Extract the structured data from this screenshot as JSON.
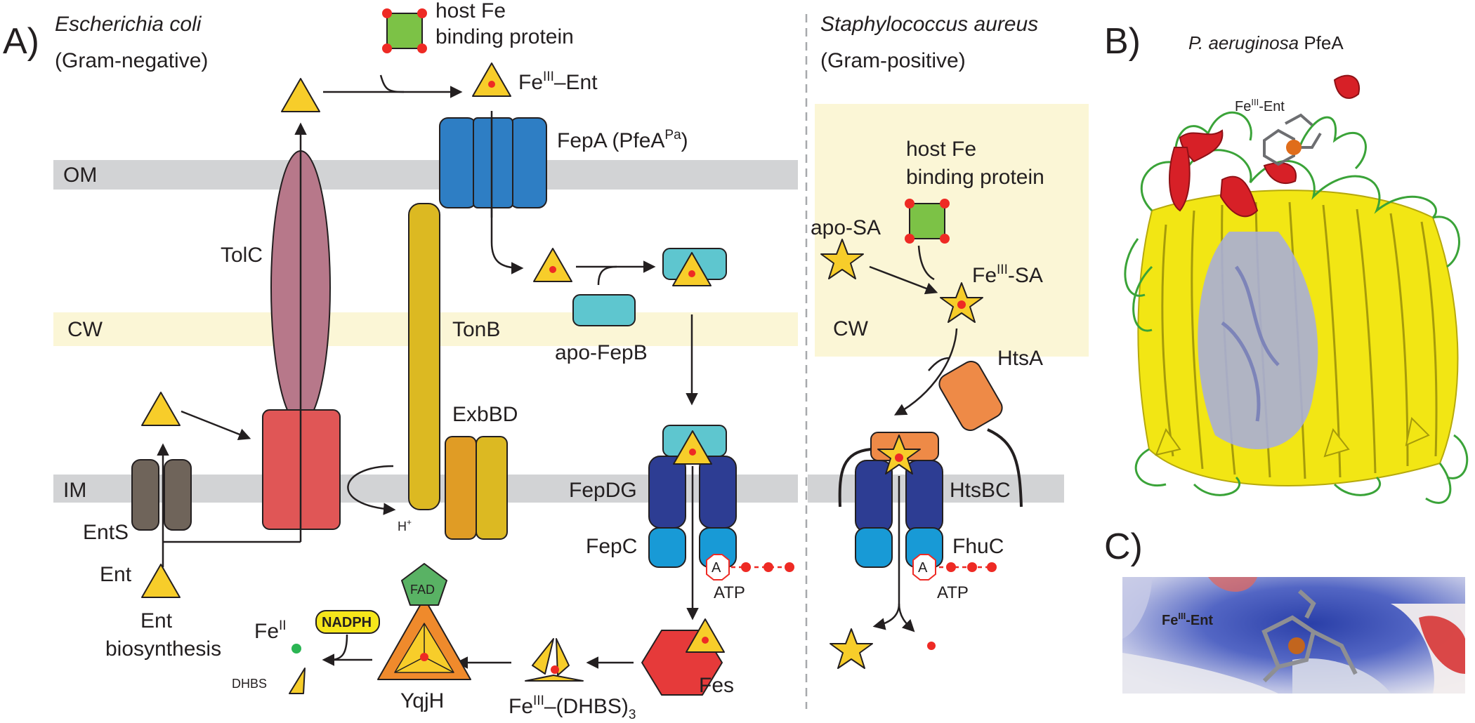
{
  "panels": {
    "a_label": "A)",
    "b_label": "B)",
    "c_label": "C)"
  },
  "ecoli": {
    "organism": "Escherichia coli",
    "gram": "(Gram-negative)",
    "host_fe_line1": "host Fe",
    "host_fe_line2": "binding protein",
    "fe_ent_pre": "Fe",
    "fe_ent_sup": "III",
    "fe_ent_post": "–Ent",
    "fepa": "FepA (PfeA",
    "fepa_sup": "Pa",
    "fepa_close": ")",
    "om": "OM",
    "cw": "CW",
    "im": "IM",
    "tolc": "TolC",
    "tonb": "TonB",
    "exbbd": "ExbBD",
    "apo_fepb": "apo-FepB",
    "fepdg": "FepDG",
    "fepc": "FepC",
    "atp_a": "A",
    "atp": "ATP",
    "ents": "EntS",
    "ent": "Ent",
    "ent_bio_1": "Ent",
    "ent_bio_2": "biosynthesis",
    "h_plus": "H",
    "h_plus_sup": "+",
    "fes": "Fes",
    "fad": "FAD",
    "nadph": "NADPH",
    "yqjh": "YqjH",
    "fe2_pre": "Fe",
    "fe2_sup": "II",
    "dhbs": "DHBS",
    "fe_dhbs_pre": "Fe",
    "fe_dhbs_sup": "III",
    "fe_dhbs_post": "–(DHBS)",
    "fe_dhbs_sub": "3"
  },
  "saureus": {
    "organism": "Staphylococcus aureus",
    "gram": "(Gram-positive)",
    "host_fe_line1": "host Fe",
    "host_fe_line2": "binding protein",
    "apo_sa": "apo-SA",
    "fe_sa_pre": "Fe",
    "fe_sa_sup": "III",
    "fe_sa_post": "-SA",
    "cw": "CW",
    "htsa": "HtsA",
    "htsbc": "HtsBC",
    "fhuc": "FhuC",
    "atp_a": "A",
    "atp": "ATP"
  },
  "structure_b": {
    "title_italic": "P. aeruginosa",
    "title_rest": " PfeA",
    "fe_ent_pre": "Fe",
    "fe_ent_sup": "III",
    "fe_ent_post": "-Ent"
  },
  "structure_c": {
    "fe_ent_pre": "Fe",
    "fe_ent_sup": "III",
    "fe_ent_post": "-Ent"
  },
  "colors": {
    "membrane_gray": "#d2d3d5",
    "cell_wall_yellow": "#fbf6d6",
    "siderophore_yellow": "#f7cd2a",
    "iron_red": "#ee2a24",
    "fepa_blue": "#2e7ec4",
    "fepb_cyan": "#5ec6cf",
    "fepdg_navy": "#2d3d93",
    "fepc_blue": "#189ad6",
    "tolc_mauve": "#b7788a",
    "tonb_gold": "#dcb922",
    "exbbd_orange": "#e09c25",
    "tolc_partner_red": "#e05656",
    "ents_gray": "#6f645a",
    "fes_red": "#e63a3a",
    "yqjh_orange": "#ef8a2c",
    "fad_green": "#59b264",
    "htsa_orange": "#ee8a47",
    "host_protein_green": "#7cc246",
    "helix_red": "#d72027",
    "strand_yellow": "#f2e614",
    "loop_green": "#3aa338",
    "plug_lavender": "#a9aed6"
  },
  "icons": [
    "triangle-siderophore",
    "star-staphyloferrin",
    "square-host-protein",
    "hexagon-fes",
    "pentagon-fad"
  ]
}
